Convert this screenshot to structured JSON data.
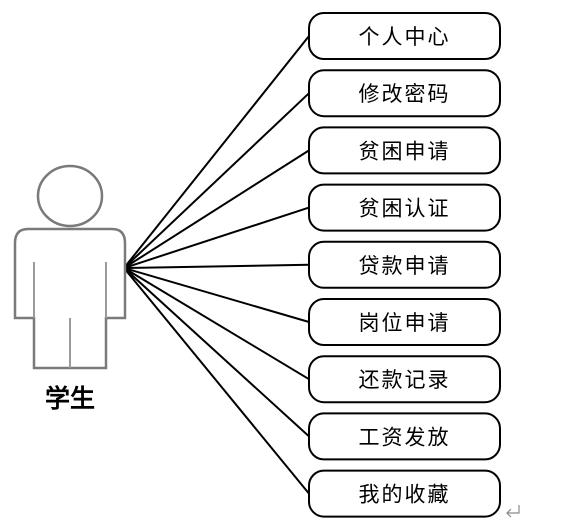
{
  "actor": {
    "label": "学生"
  },
  "use_cases": [
    {
      "label": "个人中心"
    },
    {
      "label": "修改密码"
    },
    {
      "label": "贫困申请"
    },
    {
      "label": "贫困认证"
    },
    {
      "label": "贷款申请"
    },
    {
      "label": "岗位申请"
    },
    {
      "label": "还款记录"
    },
    {
      "label": "工资发放"
    },
    {
      "label": "我的收藏"
    }
  ],
  "icons": {
    "actor": "person-icon",
    "paragraph_mark": "return-arrow-icon"
  }
}
